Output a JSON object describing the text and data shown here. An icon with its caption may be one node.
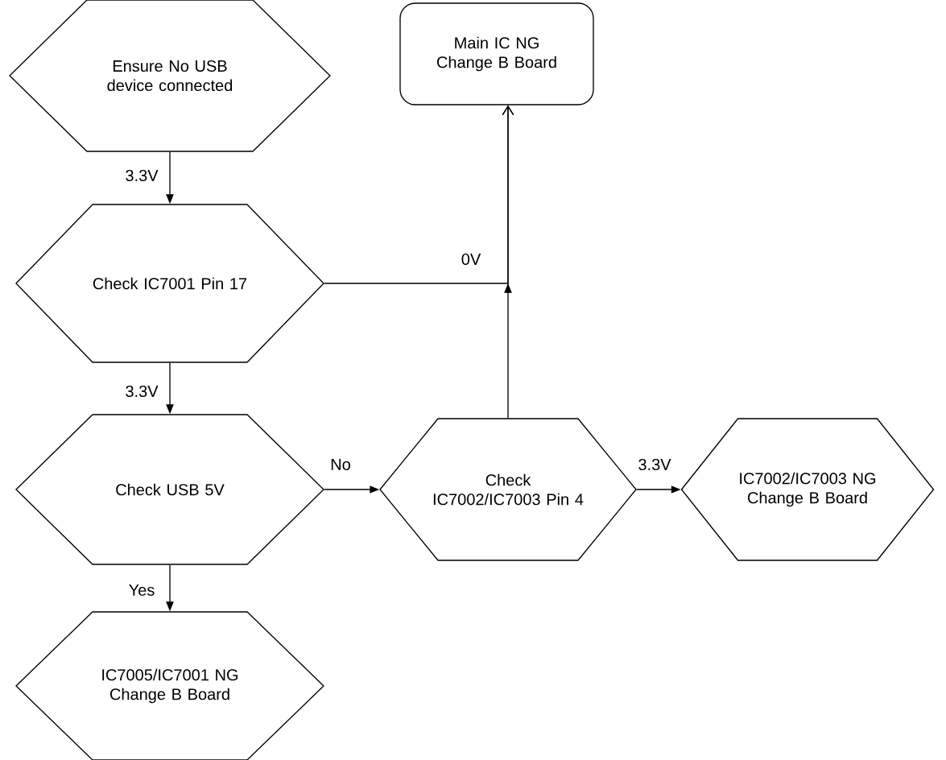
{
  "diagram": {
    "nodes": [
      {
        "text": [
          "Ensure No USB device connected"
        ]
      },
      {
        "text": [
          "Main IC NG Change B Board"
        ]
      },
      {
        "text": [
          "Check IC7001 Pin 17"
        ]
      },
      {
        "text": [
          "Check USB 5V"
        ]
      },
      {
        "text": [
          "Check IC7002/IC7003 Pin 4"
        ]
      },
      {
        "text": [
          "IC7002/IC7003 NG Change B Board"
        ]
      },
      {
        "text": [
          "IC7005/IC7001 NG Change B Board"
        ]
      }
    ],
    "edges": [
      {
        "from": 0,
        "to": 2,
        "arrow": "to",
        "label": "3.3V"
      },
      {
        "from": 2,
        "to": 1,
        "arrow": "to",
        "label": "0V"
      },
      {
        "from": 4,
        "to": 1,
        "arrow": "to"
      },
      {
        "from": 2,
        "to": 3,
        "arrow": "to",
        "label": "3.3V"
      },
      {
        "from": 3,
        "to": 4,
        "arrow": "to",
        "label": "No"
      },
      {
        "from": 4,
        "to": 5,
        "arrow": "to",
        "label": "3.3V"
      },
      {
        "from": 3,
        "to": 6,
        "arrow": "to",
        "label": "Yes"
      }
    ]
  }
}
